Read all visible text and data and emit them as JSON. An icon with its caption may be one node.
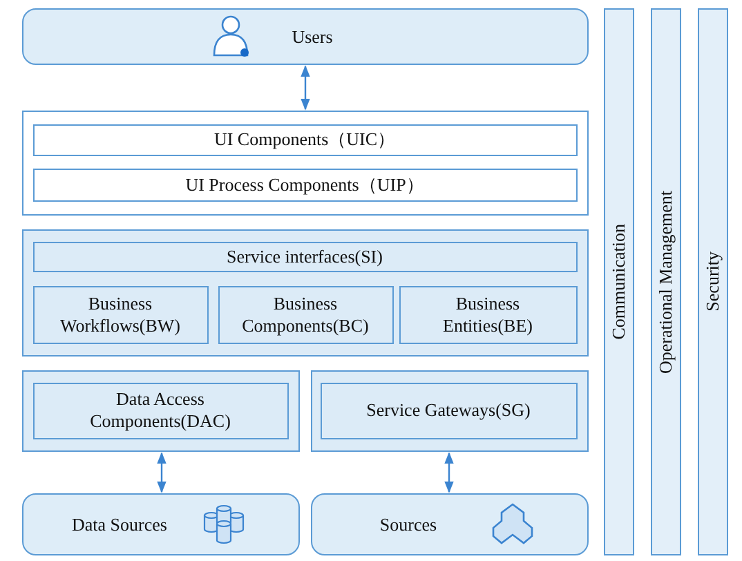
{
  "diagram": {
    "nodes": [
      {
        "text": [
          "Users"
        ]
      },
      {
        "text": [],
        "shape": "box"
      },
      {
        "text": [
          "UI Components（UIC）"
        ],
        "in": 1
      },
      {
        "text": [
          "UI Process Components（UIP）"
        ],
        "in": 1
      },
      {
        "text": [],
        "shape": "box"
      },
      {
        "text": [
          "Service interfaces(SI)"
        ],
        "in": 4
      },
      {
        "text": [
          "Business Workflows(BW)"
        ],
        "in": 4
      },
      {
        "text": [
          "Business Components(BC)"
        ],
        "in": 4
      },
      {
        "text": [
          "Business Entities(BE)"
        ],
        "in": 4
      },
      {
        "text": [],
        "shape": "box"
      },
      {
        "text": [
          "Data Access Components(DAC)"
        ],
        "in": 9
      },
      {
        "text": [],
        "shape": "box"
      },
      {
        "text": [
          "Service Gateways(SG)"
        ],
        "in": 11
      },
      {
        "text": [
          "Data Sources"
        ]
      },
      {
        "text": [
          "Sources"
        ]
      },
      {
        "text": [
          "Communication"
        ]
      },
      {
        "text": [
          "Operational Management"
        ]
      },
      {
        "text": [
          "Security"
        ]
      }
    ],
    "edges": [
      {
        "from": 0,
        "to": 1,
        "arrow": "both"
      },
      {
        "from": 9,
        "to": 13,
        "arrow": "both"
      },
      {
        "from": 11,
        "to": 14,
        "arrow": "both"
      }
    ]
  }
}
